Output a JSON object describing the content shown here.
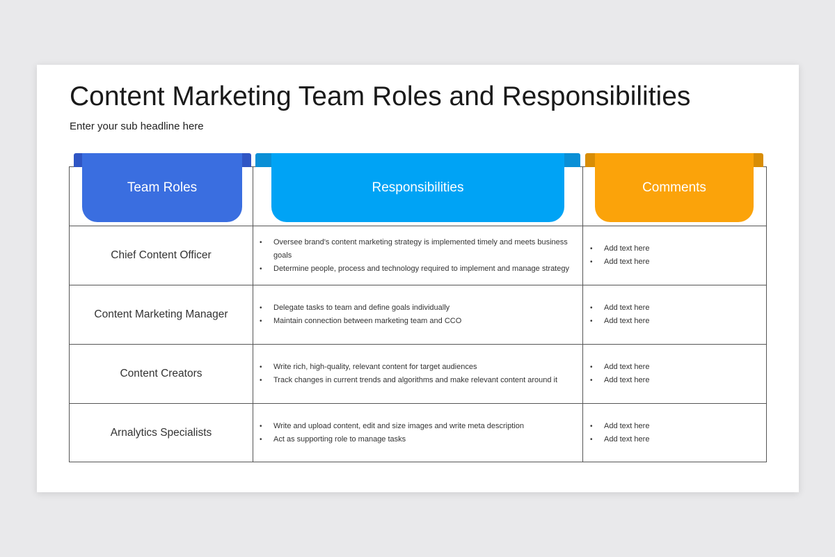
{
  "slide": {
    "title": "Content Marketing Team Roles and Responsibilities",
    "subtitle": "Enter your sub headline here"
  },
  "colors": {
    "roles_header": "#3a6ee0",
    "responsibilities_header": "#00a3f5",
    "comments_header": "#fba30a",
    "border": "#555555"
  },
  "table": {
    "headers": [
      "Team Roles",
      "Responsibilities",
      "Comments"
    ],
    "rows": [
      {
        "role": "Chief Content Officer",
        "responsibilities": [
          "Oversee brand's content marketing strategy is implemented timely and meets business goals",
          "Determine people, process and technology required to implement and manage strategy"
        ],
        "comments": [
          "Add text here",
          "Add text here"
        ]
      },
      {
        "role": "Content Marketing Manager",
        "responsibilities": [
          "Delegate tasks to team and define goals individually",
          "Maintain connection between marketing team and CCO"
        ],
        "comments": [
          "Add text here",
          "Add text here"
        ]
      },
      {
        "role": "Content Creators",
        "responsibilities": [
          "Write rich, high-quality, relevant content for target audiences",
          "Track changes in current trends and algorithms and make relevant content around it"
        ],
        "comments": [
          "Add text here",
          "Add text here"
        ]
      },
      {
        "role": "Arnalytics Specialists",
        "responsibilities": [
          "Write and upload content, edit and size images and write meta description",
          "Act as supporting role to manage tasks"
        ],
        "comments": [
          "Add text here",
          "Add text here"
        ]
      }
    ]
  }
}
